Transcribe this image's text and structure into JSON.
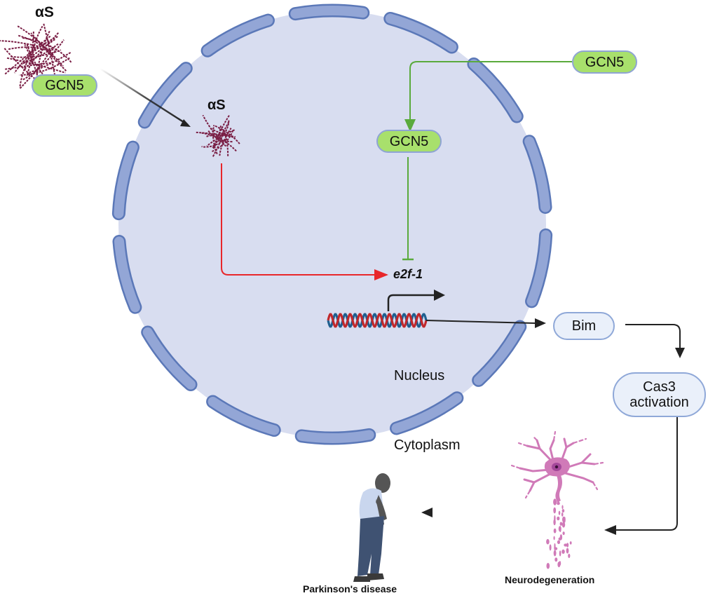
{
  "diagram": {
    "compartments": {
      "nucleus_label": "Nucleus",
      "cytoplasm_label": "Cytoplasm"
    },
    "nodes": {
      "as_outside_label": "αS",
      "gcn5_bound_label": "GCN5",
      "as_inside_label": "αS",
      "gcn5_outside_label": "GCN5",
      "gcn5_inside_label": "GCN5",
      "e2f1_label": "e2f-1",
      "bim_label": "Bim",
      "cas3_line1": "Cas3",
      "cas3_line2": "activation",
      "neuro_label": "Neurodegeneration",
      "pd_label": "Parkinson's disease"
    },
    "edges": [
      {
        "from": "αS–GCN5 complex (cytoplasm)",
        "to": "αS (nucleus)",
        "type": "activation"
      },
      {
        "from": "GCN5 (cytoplasm)",
        "to": "GCN5 (nucleus)",
        "type": "activation"
      },
      {
        "from": "GCN5 (nucleus)",
        "to": "e2f-1",
        "type": "inhibition"
      },
      {
        "from": "αS (nucleus)",
        "to": "e2f-1",
        "type": "activation"
      },
      {
        "from": "e2f-1 gene",
        "to": "transcription",
        "type": "activation"
      },
      {
        "from": "e2f-1 gene",
        "to": "Bim",
        "type": "activation"
      },
      {
        "from": "Bim",
        "to": "Cas3 activation",
        "type": "activation"
      },
      {
        "from": "Cas3 activation",
        "to": "Neurodegeneration",
        "type": "activation"
      },
      {
        "from": "Neurodegeneration",
        "to": "Parkinson's disease",
        "type": "activation"
      }
    ],
    "colors": {
      "nucleus_fill": "#d8ddf0",
      "membrane_fill": "#93a6d6",
      "membrane_stroke": "#5b78b8",
      "green_path": "#5aaa3c",
      "red_path": "#e8262a",
      "black_path": "#222222",
      "gcn5_fill": "#a8e06c",
      "aggregate": "#7a1f45",
      "dna_red": "#c0282c",
      "dna_blue": "#1f5f8f",
      "neuron": "#d07ab8"
    }
  }
}
